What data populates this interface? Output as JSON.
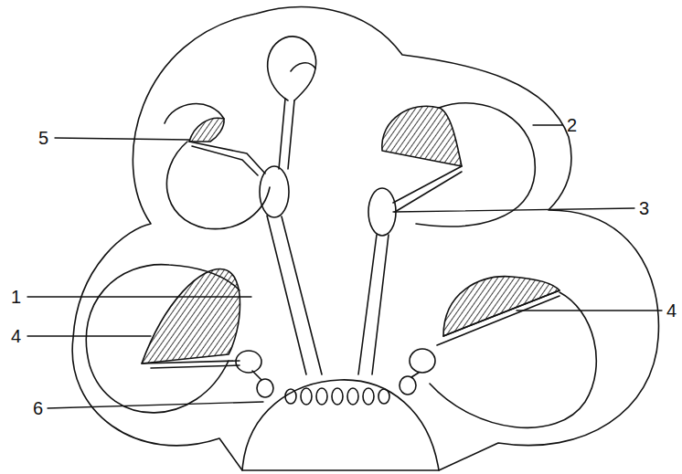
{
  "diagram": {
    "labels": [
      "5",
      "2",
      "3",
      "1",
      "4",
      "4",
      "6"
    ]
  }
}
